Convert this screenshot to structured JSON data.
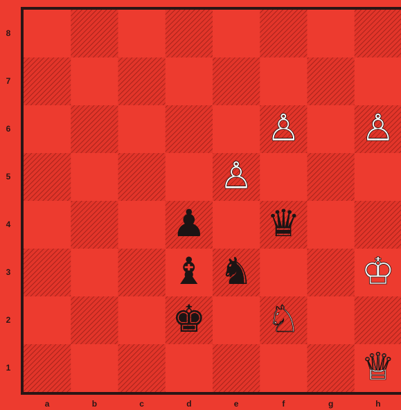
{
  "colors": {
    "light_square": "#ed3b2f",
    "dark_square": "#e2352a",
    "hatch": "#9a1e17",
    "border": "#2a1515",
    "white_piece_fill": "#ffffff",
    "black_piece_fill": "#1c1414"
  },
  "board": {
    "files": [
      "a",
      "b",
      "c",
      "d",
      "e",
      "f",
      "g",
      "h"
    ],
    "ranks": [
      "8",
      "7",
      "6",
      "5",
      "4",
      "3",
      "2",
      "1"
    ],
    "pieces": [
      {
        "square": "f6",
        "color": "white",
        "type": "pawn",
        "glyph": "♙"
      },
      {
        "square": "h6",
        "color": "white",
        "type": "pawn",
        "glyph": "♙"
      },
      {
        "square": "e5",
        "color": "white",
        "type": "pawn",
        "glyph": "♙"
      },
      {
        "square": "d4",
        "color": "black",
        "type": "pawn",
        "glyph": "♟"
      },
      {
        "square": "f4",
        "color": "black",
        "type": "queen",
        "glyph": "♛"
      },
      {
        "square": "d3",
        "color": "black",
        "type": "bishop",
        "glyph": "♝"
      },
      {
        "square": "e3",
        "color": "black",
        "type": "knight",
        "glyph": "♞"
      },
      {
        "square": "h3",
        "color": "white",
        "type": "king",
        "glyph": "♔"
      },
      {
        "square": "d2",
        "color": "black",
        "type": "king",
        "glyph": "♚"
      },
      {
        "square": "f2",
        "color": "white",
        "type": "knight",
        "glyph": "♘"
      },
      {
        "square": "h1",
        "color": "white",
        "type": "queen",
        "glyph": "♕"
      }
    ]
  }
}
